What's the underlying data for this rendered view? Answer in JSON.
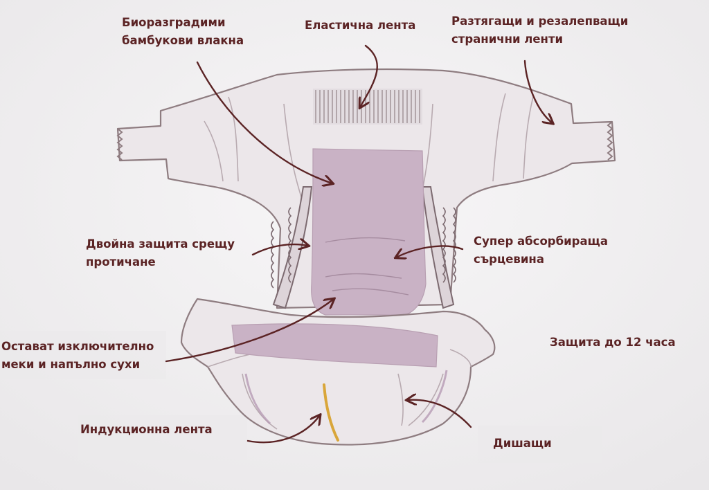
{
  "labels": {
    "bamboo": {
      "line1": "Биоразградими",
      "line2": "бамбукови влакна"
    },
    "elastic": {
      "line1": "Еластична лента"
    },
    "side_tabs": {
      "line1": "Разтягащи и резалепващи",
      "line2": "странични ленти"
    },
    "double_protection": {
      "line1": "Двойна защита срещу",
      "line2": "протичане"
    },
    "absorbent_core": {
      "line1": "Супер абсорбираща",
      "line2": "сърцевина"
    },
    "soft_dry": {
      "line1": "Остават изключително",
      "line2": "меки и напълно сухи"
    },
    "protection_12h": {
      "line1": "Защита до 12 часа"
    },
    "indicator": {
      "line1": "Индукционна лента"
    },
    "breathable": {
      "line1": "Дишащи"
    }
  },
  "colors": {
    "text": "#5b2324",
    "arrow": "#5b2324",
    "outline": "#8e7c80",
    "diaper_fill": "#ece7ea",
    "core_fill": "#c9b2c5",
    "indicator_line": "#d9a63a",
    "background": "#f1f0f1"
  }
}
